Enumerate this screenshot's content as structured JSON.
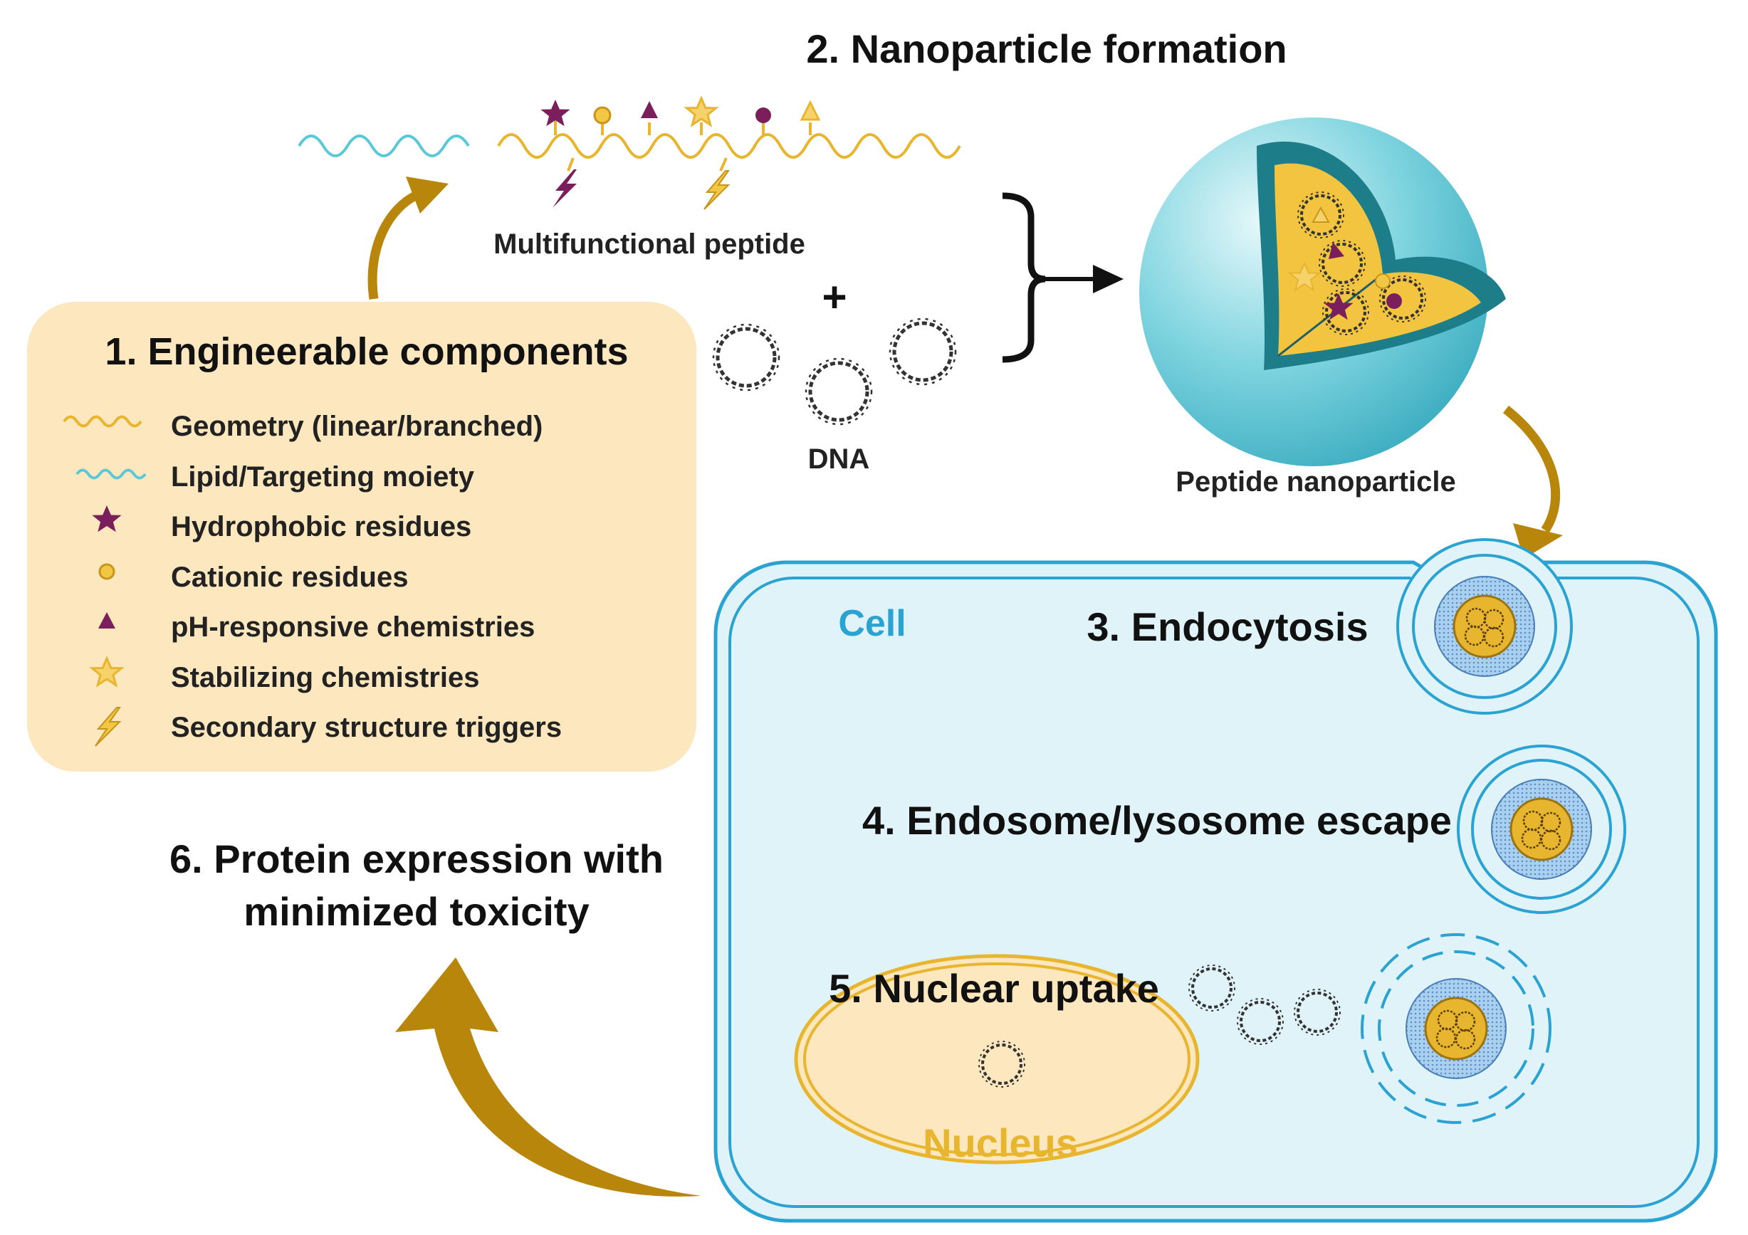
{
  "steps": {
    "components_title": "1. Engineerable components",
    "formation_title": "2. Nanoparticle formation",
    "endocytosis": "3. Endocytosis",
    "escape": "4. Endosome/lysosome escape",
    "nuclear_uptake": "5. Nuclear uptake",
    "expression_line1": "6. Protein expression with",
    "expression_line2": "minimized toxicity"
  },
  "legend": [
    {
      "label": "Geometry (linear/branched)",
      "icon": "orange-wave-icon"
    },
    {
      "label": "Lipid/Targeting moiety",
      "icon": "cyan-wave-icon"
    },
    {
      "label": "Hydrophobic residues",
      "icon": "star-icon"
    },
    {
      "label": "Cationic residues",
      "icon": "circle-icon"
    },
    {
      "label": "pH-responsive chemistries",
      "icon": "triangle-icon"
    },
    {
      "label": "Stabilizing chemistries",
      "icon": "outline-star-icon"
    },
    {
      "label": "Secondary structure triggers",
      "icon": "lightning-icon"
    }
  ],
  "labels": {
    "peptide": "Multifunctional peptide",
    "plus": "+",
    "dna": "DNA",
    "nanoparticle": "Peptide nanoparticle",
    "cell": "Cell",
    "nucleus": "Nucleus"
  },
  "colors": {
    "gold": "#E8B52E",
    "arrow_brown": "#B8860B",
    "purple": "#7A1F5C",
    "cyan": "#5BC8D8",
    "cell_fill": "#DFF3F8",
    "cell_stroke": "#2AA3D3",
    "legend_box": "#FCE7BE",
    "shell_dark": "#1D7E8A"
  }
}
